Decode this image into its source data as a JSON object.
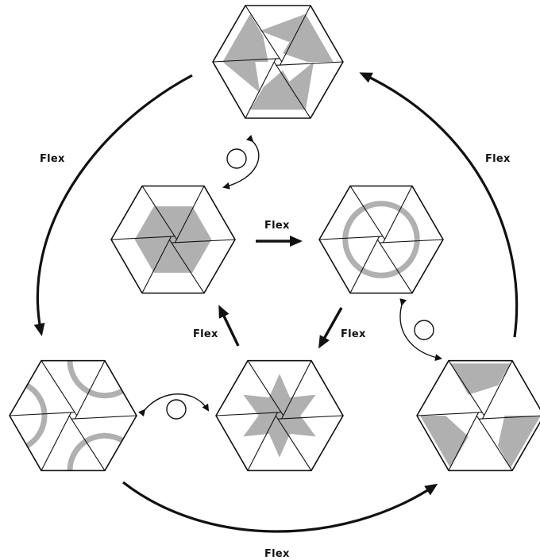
{
  "diagram": {
    "labels": {
      "top_left": "Flex",
      "top_right": "Flex",
      "center_top": "Flex",
      "center_left": "Flex",
      "center_right": "Flex",
      "bottom": "Flex"
    },
    "colors": {
      "line": "#111111",
      "shade": "#b0b0b0",
      "background": "#ffffff"
    },
    "hexagons": [
      {
        "id": "top",
        "pattern": "kites"
      },
      {
        "id": "center-left",
        "pattern": "inner-hexagon"
      },
      {
        "id": "center-right",
        "pattern": "ring"
      },
      {
        "id": "bottom-left",
        "pattern": "arcs"
      },
      {
        "id": "bottom-center",
        "pattern": "star"
      },
      {
        "id": "bottom-right",
        "pattern": "chevrons"
      }
    ]
  }
}
